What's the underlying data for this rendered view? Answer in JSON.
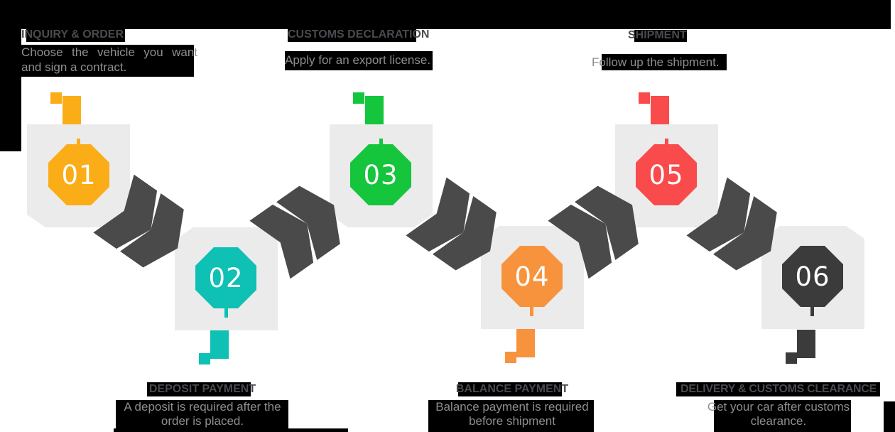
{
  "diagram_title": "Car export process steps",
  "steps": [
    {
      "number": "01",
      "title": "INQUIRY & ORDER",
      "desc_lines": [
        "Choose the vehicle you want",
        "and sign a contract."
      ],
      "color": "#fbad18",
      "row": "top"
    },
    {
      "number": "02",
      "title": "DEPOSIT PAYMENT",
      "desc_lines": [
        "A deposit is required after the",
        "order is placed."
      ],
      "color": "#0fc0b5",
      "row": "bottom"
    },
    {
      "number": "03",
      "title": "CUSTOMS DECLARATION",
      "desc_lines": [
        "Apply for an export license."
      ],
      "color": "#15c53c",
      "row": "top"
    },
    {
      "number": "04",
      "title": "BALANCE PAYMENT",
      "desc_lines": [
        "Balance payment is required",
        "before shipment"
      ],
      "color": "#f8933d",
      "row": "bottom"
    },
    {
      "number": "05",
      "title": "SHIPMENT",
      "desc_lines": [
        "Follow up the shipment."
      ],
      "color": "#f94b4b",
      "row": "top"
    },
    {
      "number": "06",
      "title": "DELIVERY & CUSTOMS CLEARANCE",
      "desc_lines": [
        "Get your car after customs",
        "clearance."
      ],
      "color": "#3b3b3b",
      "row": "bottom"
    }
  ],
  "colors": {
    "arrow": "#4a4a4a",
    "square": "#ebebeb",
    "title_text": "#4a4a50",
    "desc_text": "#8e8e8e",
    "highlight": "#000000"
  }
}
